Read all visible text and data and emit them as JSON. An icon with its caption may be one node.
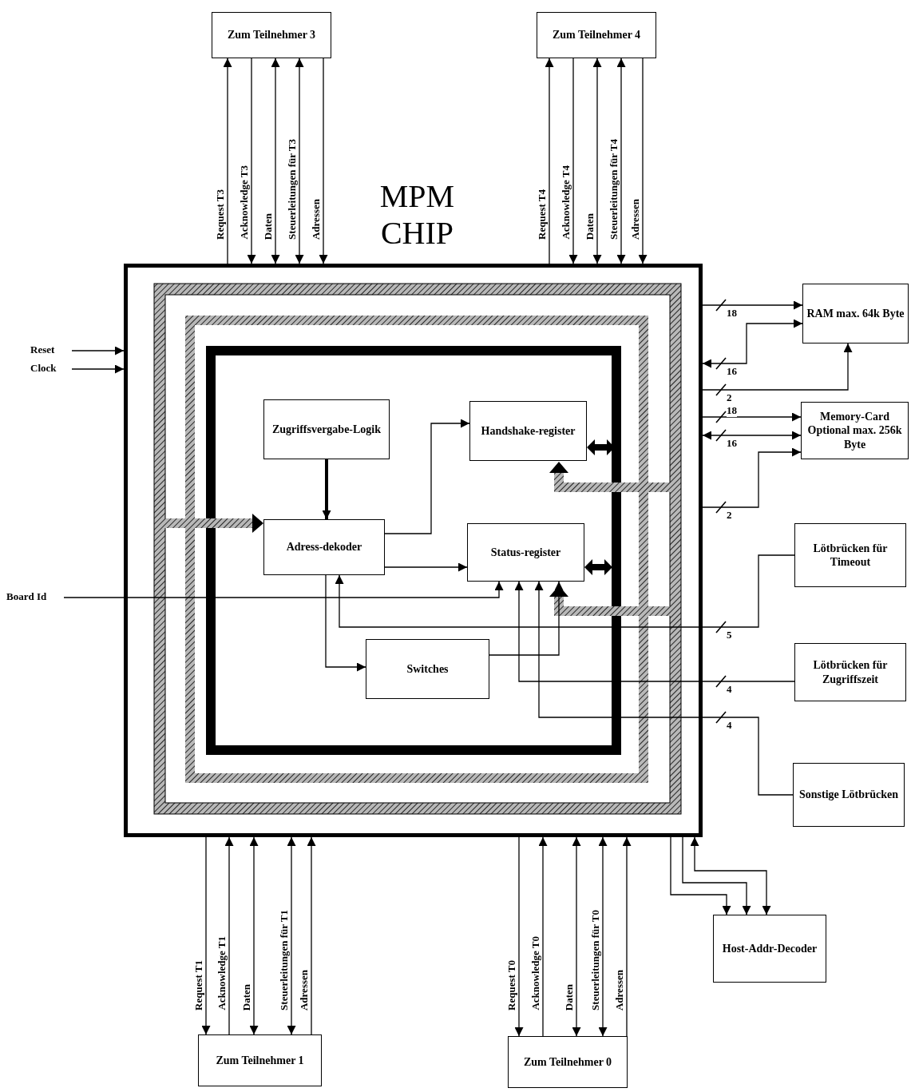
{
  "diagram": {
    "nodes": [
      {
        "text": [
          "Zum Teilnehmer 3"
        ]
      },
      {
        "text": [
          "Zum Teilnehmer 4"
        ]
      },
      {
        "text": [
          "MPM CHIP"
        ]
      },
      {
        "text": [
          "Zugriffsvergabe-Logik"
        ],
        "in": 2
      },
      {
        "text": [
          "Handshake-register"
        ],
        "in": 2
      },
      {
        "text": [
          "Adress-dekoder"
        ],
        "in": 2
      },
      {
        "text": [
          "Status-register"
        ],
        "in": 2
      },
      {
        "text": [
          "Switches"
        ],
        "in": 2
      },
      {
        "text": [
          "Reset"
        ]
      },
      {
        "text": [
          "Clock"
        ]
      },
      {
        "text": [
          "RAM max. 64k Byte"
        ]
      },
      {
        "text": [
          "Memory-Card Optional max. 256k Byte"
        ]
      },
      {
        "text": [
          "Board Id"
        ]
      },
      {
        "text": [
          "Lötbrücken für Timeout"
        ]
      },
      {
        "text": [
          "Lötbrücken für Zugriffszeit"
        ]
      },
      {
        "text": [
          "Sonstige Lötbrücken"
        ]
      },
      {
        "text": [
          "Host-Addr-Decoder"
        ]
      },
      {
        "text": [
          "Zum Teilnehmer 1"
        ]
      },
      {
        "text": [
          "Zum Teilnehmer 0"
        ]
      }
    ],
    "edges": [
      {
        "from": 2,
        "to": 0,
        "arrow": "to",
        "label": "Request T3"
      },
      {
        "from": 0,
        "to": 2,
        "arrow": "to",
        "label": "Acknowledge T3"
      },
      {
        "from": 0,
        "to": 2,
        "arrow": "both",
        "label": "Daten"
      },
      {
        "from": 0,
        "to": 2,
        "arrow": "both",
        "label": "Steuerleitungen für T3"
      },
      {
        "from": 0,
        "to": 2,
        "arrow": "to",
        "label": "Adressen"
      },
      {
        "from": 2,
        "to": 1,
        "arrow": "to",
        "label": "Request T4"
      },
      {
        "from": 1,
        "to": 2,
        "arrow": "to",
        "label": "Acknowledge T4"
      },
      {
        "from": 1,
        "to": 2,
        "arrow": "both",
        "label": "Daten"
      },
      {
        "from": 1,
        "to": 2,
        "arrow": "both",
        "label": "Steuerleitungen für T4"
      },
      {
        "from": 1,
        "to": 2,
        "arrow": "to",
        "label": "Adressen"
      },
      {
        "from": 8,
        "to": 2,
        "arrow": "to"
      },
      {
        "from": 9,
        "to": 2,
        "arrow": "to"
      },
      {
        "from": 2,
        "to": 10,
        "arrow": "to",
        "label": "18"
      },
      {
        "from": 2,
        "to": 10,
        "arrow": "both",
        "label": "16"
      },
      {
        "from": 2,
        "to": 10,
        "arrow": "to",
        "label": "2"
      },
      {
        "from": 2,
        "to": 11,
        "arrow": "to",
        "label": "18"
      },
      {
        "from": 2,
        "to": 11,
        "arrow": "both",
        "label": "16"
      },
      {
        "from": 2,
        "to": 11,
        "arrow": "to",
        "label": "2"
      },
      {
        "from": 3,
        "to": 5,
        "arrow": "to",
        "style": "thick"
      },
      {
        "from": 5,
        "to": 4,
        "arrow": "to"
      },
      {
        "from": 5,
        "to": 6,
        "arrow": "to"
      },
      {
        "from": 5,
        "to": 7,
        "arrow": "to"
      },
      {
        "from": 7,
        "to": 6,
        "arrow": "to"
      },
      {
        "from": 12,
        "to": 6,
        "arrow": "to"
      },
      {
        "from": 13,
        "to": 5,
        "arrow": "to",
        "label": "5"
      },
      {
        "from": 14,
        "to": 6,
        "arrow": "to",
        "label": "4"
      },
      {
        "from": 15,
        "to": 6,
        "arrow": "to",
        "label": "4"
      },
      {
        "from": 2,
        "to": 17,
        "arrow": "to",
        "label": "Request T1"
      },
      {
        "from": 17,
        "to": 2,
        "arrow": "to",
        "label": "Acknowledge T1"
      },
      {
        "from": 2,
        "to": 17,
        "arrow": "both",
        "label": "Daten"
      },
      {
        "from": 2,
        "to": 17,
        "arrow": "both",
        "label": "Steuerleitungen für T1"
      },
      {
        "from": 17,
        "to": 2,
        "arrow": "to",
        "label": "Adressen"
      },
      {
        "from": 2,
        "to": 18,
        "arrow": "to",
        "label": "Request T0"
      },
      {
        "from": 18,
        "to": 2,
        "arrow": "to",
        "label": "Acknowledge T0"
      },
      {
        "from": 2,
        "to": 18,
        "arrow": "both",
        "label": "Daten"
      },
      {
        "from": 2,
        "to": 18,
        "arrow": "both",
        "label": "Steuerleitungen für T0"
      },
      {
        "from": 18,
        "to": 2,
        "arrow": "to",
        "label": "Adressen"
      },
      {
        "from": 2,
        "to": 16,
        "arrow": "both"
      },
      {
        "from": 2,
        "to": 16,
        "arrow": "to"
      },
      {
        "from": 2,
        "to": 16,
        "arrow": "to"
      }
    ]
  }
}
